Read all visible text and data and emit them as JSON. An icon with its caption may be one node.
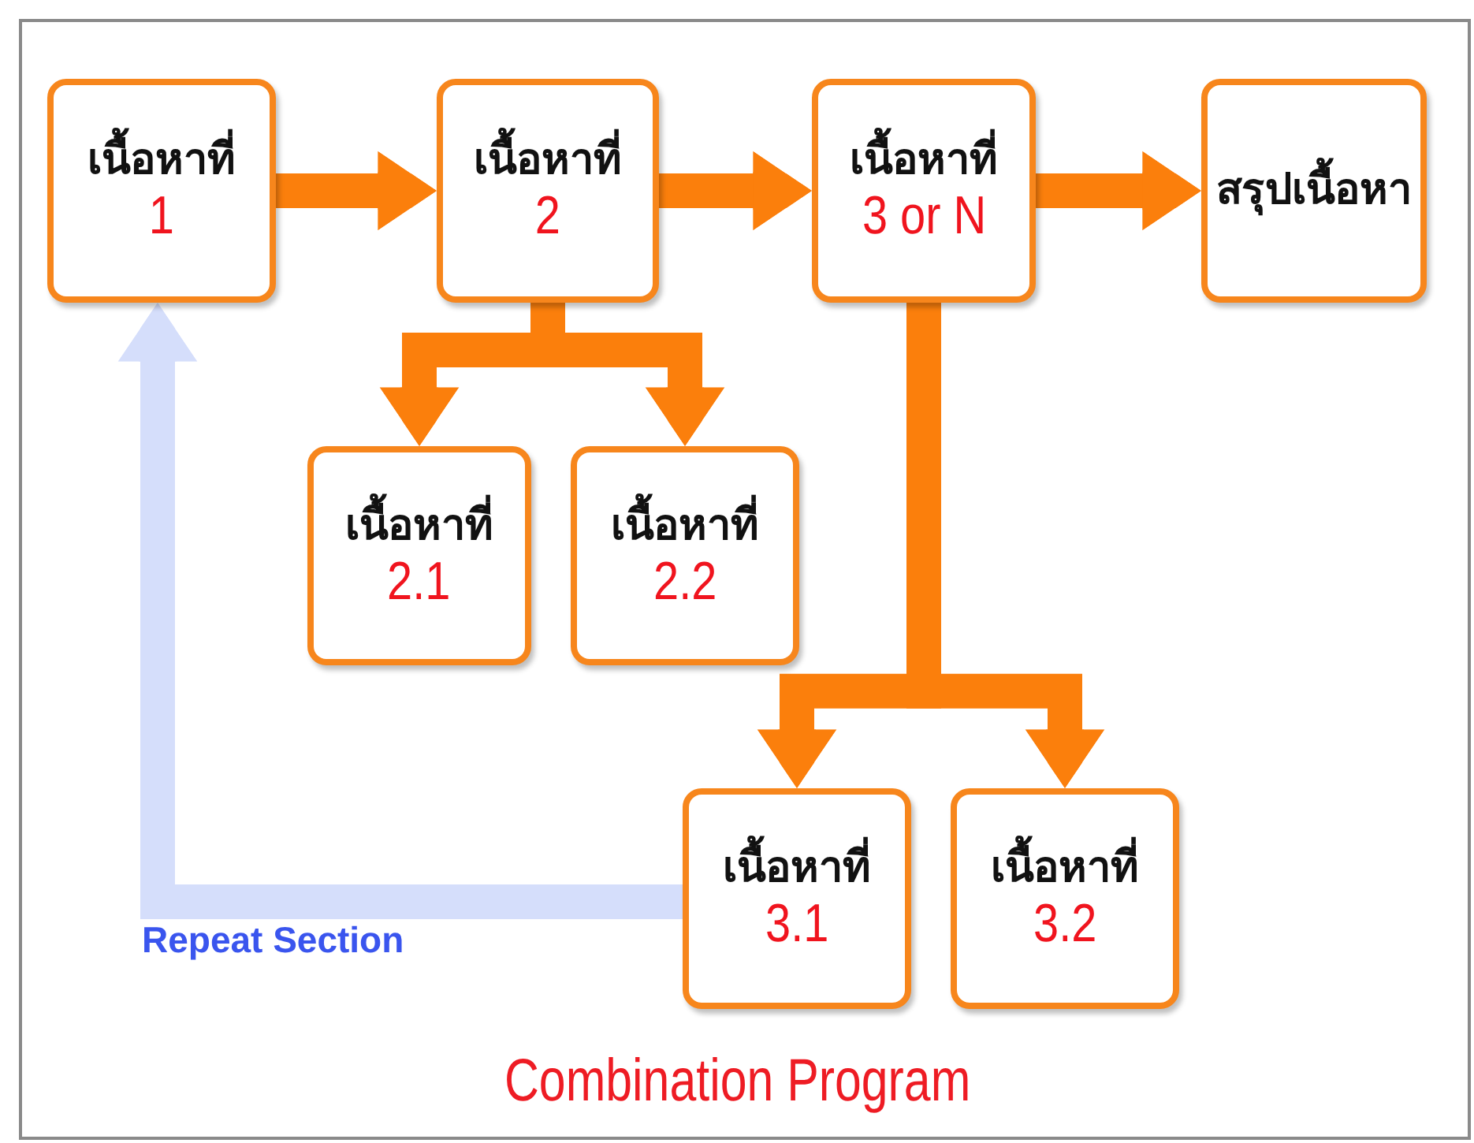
{
  "diagram": {
    "caption": "Combination Program",
    "nodes": [
      {
        "text": [
          "เนื้อหาที่",
          "1"
        ]
      },
      {
        "text": [
          "เนื้อหาที่",
          "2"
        ]
      },
      {
        "text": [
          "เนื้อหาที่",
          "3 or N"
        ]
      },
      {
        "text": [
          "สรุปเนื้อหา"
        ]
      },
      {
        "text": [
          "เนื้อหาที่",
          "2.1"
        ]
      },
      {
        "text": [
          "เนื้อหาที่",
          "2.2"
        ]
      },
      {
        "text": [
          "เนื้อหาที่",
          "3.1"
        ]
      },
      {
        "text": [
          "เนื้อหาที่",
          "3.2"
        ]
      }
    ],
    "edges": [
      {
        "from": 0,
        "to": 1,
        "arrow": "to"
      },
      {
        "from": 1,
        "to": 2,
        "arrow": "to"
      },
      {
        "from": 2,
        "to": 3,
        "arrow": "to"
      },
      {
        "from": 1,
        "to": 4,
        "arrow": "to"
      },
      {
        "from": 1,
        "to": 5,
        "arrow": "to"
      },
      {
        "from": 2,
        "to": 6,
        "arrow": "to"
      },
      {
        "from": 2,
        "to": 7,
        "arrow": "to"
      },
      {
        "from": 6,
        "to": 0,
        "arrow": "to",
        "color": "#d5defb",
        "label": "Repeat Section"
      }
    ]
  }
}
